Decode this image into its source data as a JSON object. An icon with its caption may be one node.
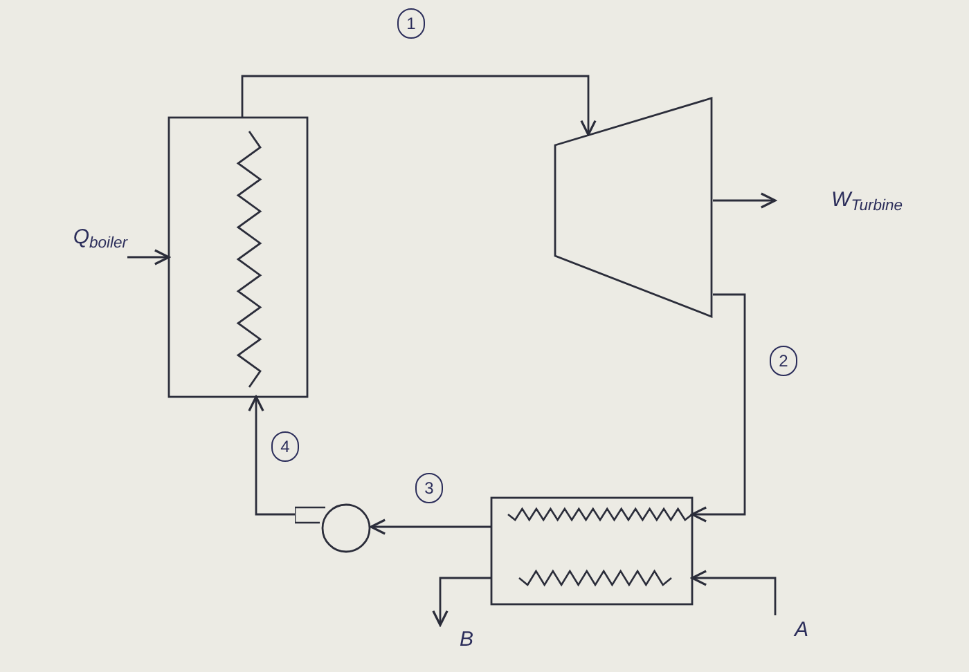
{
  "diagram": {
    "nodes": [
      {
        "text": [],
        "shape": "box"
      },
      {
        "text": [],
        "shape": "trapezoid"
      },
      {
        "text": [],
        "shape": "box"
      },
      {
        "text": [],
        "shape": "circle"
      },
      {
        "text": [
          "Q$_{boiler}$"
        ]
      },
      {
        "text": [
          "W$_{Turbine}$"
        ]
      },
      {
        "text": [
          "A"
        ]
      },
      {
        "text": [
          "B"
        ]
      }
    ],
    "edges": [
      {
        "from": 0,
        "to": 1,
        "label": "1",
        "arrow": "to"
      },
      {
        "from": 1,
        "to": 2,
        "label": "2",
        "arrow": "to"
      },
      {
        "from": 2,
        "to": 3,
        "label": "3",
        "arrow": "to"
      },
      {
        "from": 3,
        "to": 0,
        "label": "4",
        "arrow": "to"
      },
      {
        "from": 4,
        "to": 0,
        "arrow": "to"
      },
      {
        "from": 1,
        "to": 5,
        "arrow": "to"
      },
      {
        "from": 6,
        "to": 2,
        "arrow": "to"
      },
      {
        "from": 2,
        "to": 7,
        "arrow": "to"
      }
    ]
  }
}
